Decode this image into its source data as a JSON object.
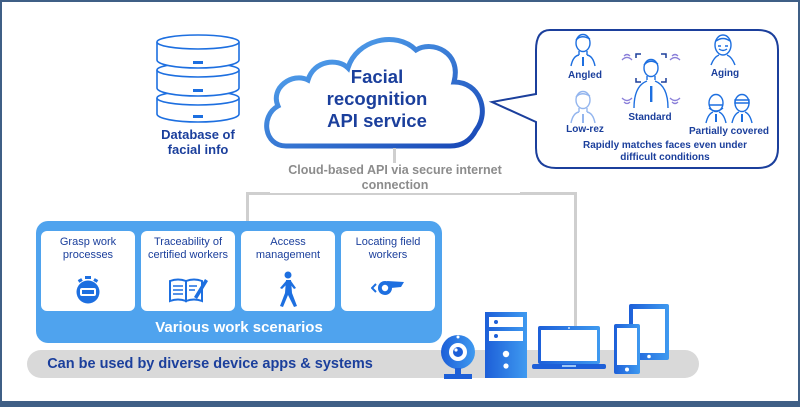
{
  "database": {
    "label_line1": "Database of",
    "label_line2": "facial info",
    "icon": "database-icon"
  },
  "cloud": {
    "line1": "Facial",
    "line2": "recognition",
    "line3": "API service",
    "icon": "cloud-icon",
    "caption_line1": "Cloud-based API via secure internet",
    "caption_line2": "connection"
  },
  "bubble": {
    "faces": [
      {
        "label": "Angled",
        "icon": "angled-face-icon"
      },
      {
        "label": "Low-rez",
        "icon": "low-res-face-icon"
      },
      {
        "label": "Standard",
        "icon": "standard-face-scan-icon"
      },
      {
        "label": "Aging",
        "icon": "aging-face-icon"
      },
      {
        "label": "Partially covered",
        "icon": "covered-face-icon"
      }
    ],
    "caption_line1": "Rapidly matches faces even under",
    "caption_line2": "difficult conditions"
  },
  "scenarios": {
    "title": "Various work scenarios",
    "cards": [
      {
        "line1": "Grasp work",
        "line2": "processes",
        "icon": "stopwatch-icon"
      },
      {
        "line1": "Traceability of",
        "line2": "certified workers",
        "icon": "book-pen-icon"
      },
      {
        "line1": "Access",
        "line2": "management",
        "icon": "walking-person-icon"
      },
      {
        "line1": "Locating field",
        "line2": "workers",
        "icon": "beacon-icon"
      }
    ]
  },
  "devices": {
    "label": "Can be used by diverse device apps & systems",
    "items": [
      "webcam-icon",
      "desktop-tower-icon",
      "laptop-icon",
      "smartphone-icon",
      "tablet-icon"
    ]
  },
  "colors": {
    "primary_text": "#1b3f9c",
    "accent_blue": "#4fa3ee",
    "icon_blue": "#1d6fe0",
    "gray_text": "#8c8c8c",
    "frame": "#3f5f86"
  }
}
